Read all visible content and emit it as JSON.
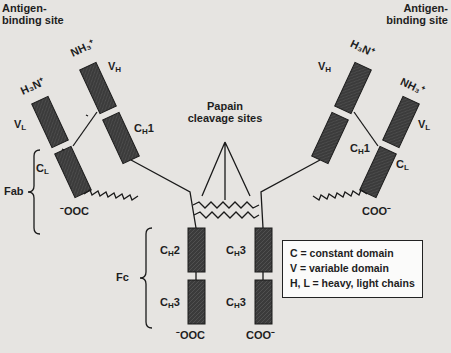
{
  "diagram": {
    "nodes": [
      {
        "text": [
          "C = constant domain",
          "V = variable domain",
          "H, L = heavy, light chains"
        ]
      }
    ],
    "labels": [
      "Antigen-binding site",
      "Antigen-binding site",
      "Papain cleavage sites",
      "H₃N⁺",
      "NH₃⁺",
      "H₃N⁺",
      "NH₃⁺",
      "VH",
      "VL",
      "CH1",
      "CL",
      "VH",
      "VL",
      "CH1",
      "CL",
      "Fab",
      "⁻OOC",
      "COO⁻",
      "Fc",
      "CH2",
      "CH3",
      "CH3",
      "CH3",
      "⁻OOC",
      "COO⁻"
    ]
  }
}
